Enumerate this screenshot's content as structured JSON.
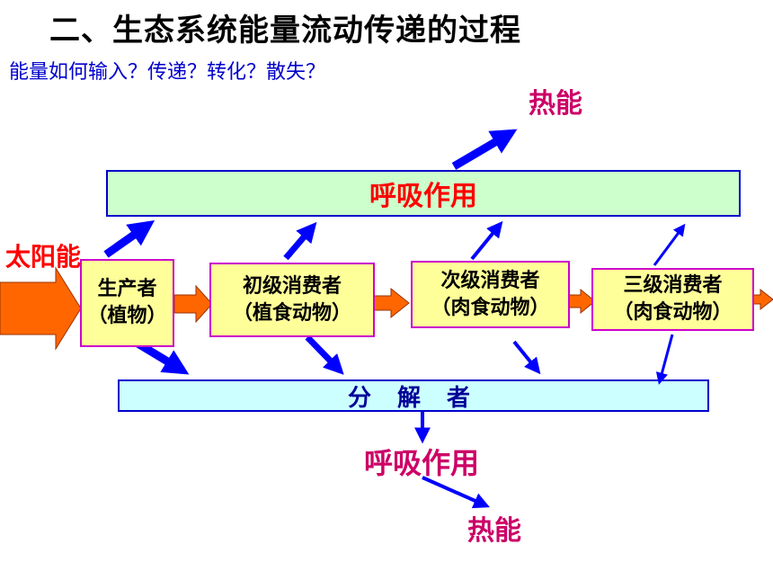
{
  "title": "二、生态系统能量流动传递的过程",
  "question": "能量如何输入？传递？转化？散失？",
  "respiration_box_label": "呼吸作用",
  "decomposer_label": "分 解 者",
  "sun_label": "太阳能",
  "heat_top_label": "热能",
  "respiration_lower_label": "呼吸作用",
  "heat_bottom_label": "热能",
  "nodes": [
    {
      "line1": "生产者",
      "line2": "（植物）"
    },
    {
      "line1": "初级消费者",
      "line2": "（植食动物）"
    },
    {
      "line1": "次级消费者",
      "line2": "（肉食动物）"
    },
    {
      "line1": "三级消费者",
      "line2": "（肉食动物）"
    }
  ],
  "colors": {
    "flow_arrow": "#ff6600",
    "blue_arrow": "#0000ff",
    "node_fill": "#ffff99",
    "node_border": "#cc00cc",
    "respiration_fill": "#ccffcc",
    "decomposer_fill": "#ccffff",
    "heat_text": "#cc0066",
    "sun_text": "#ff0000"
  }
}
